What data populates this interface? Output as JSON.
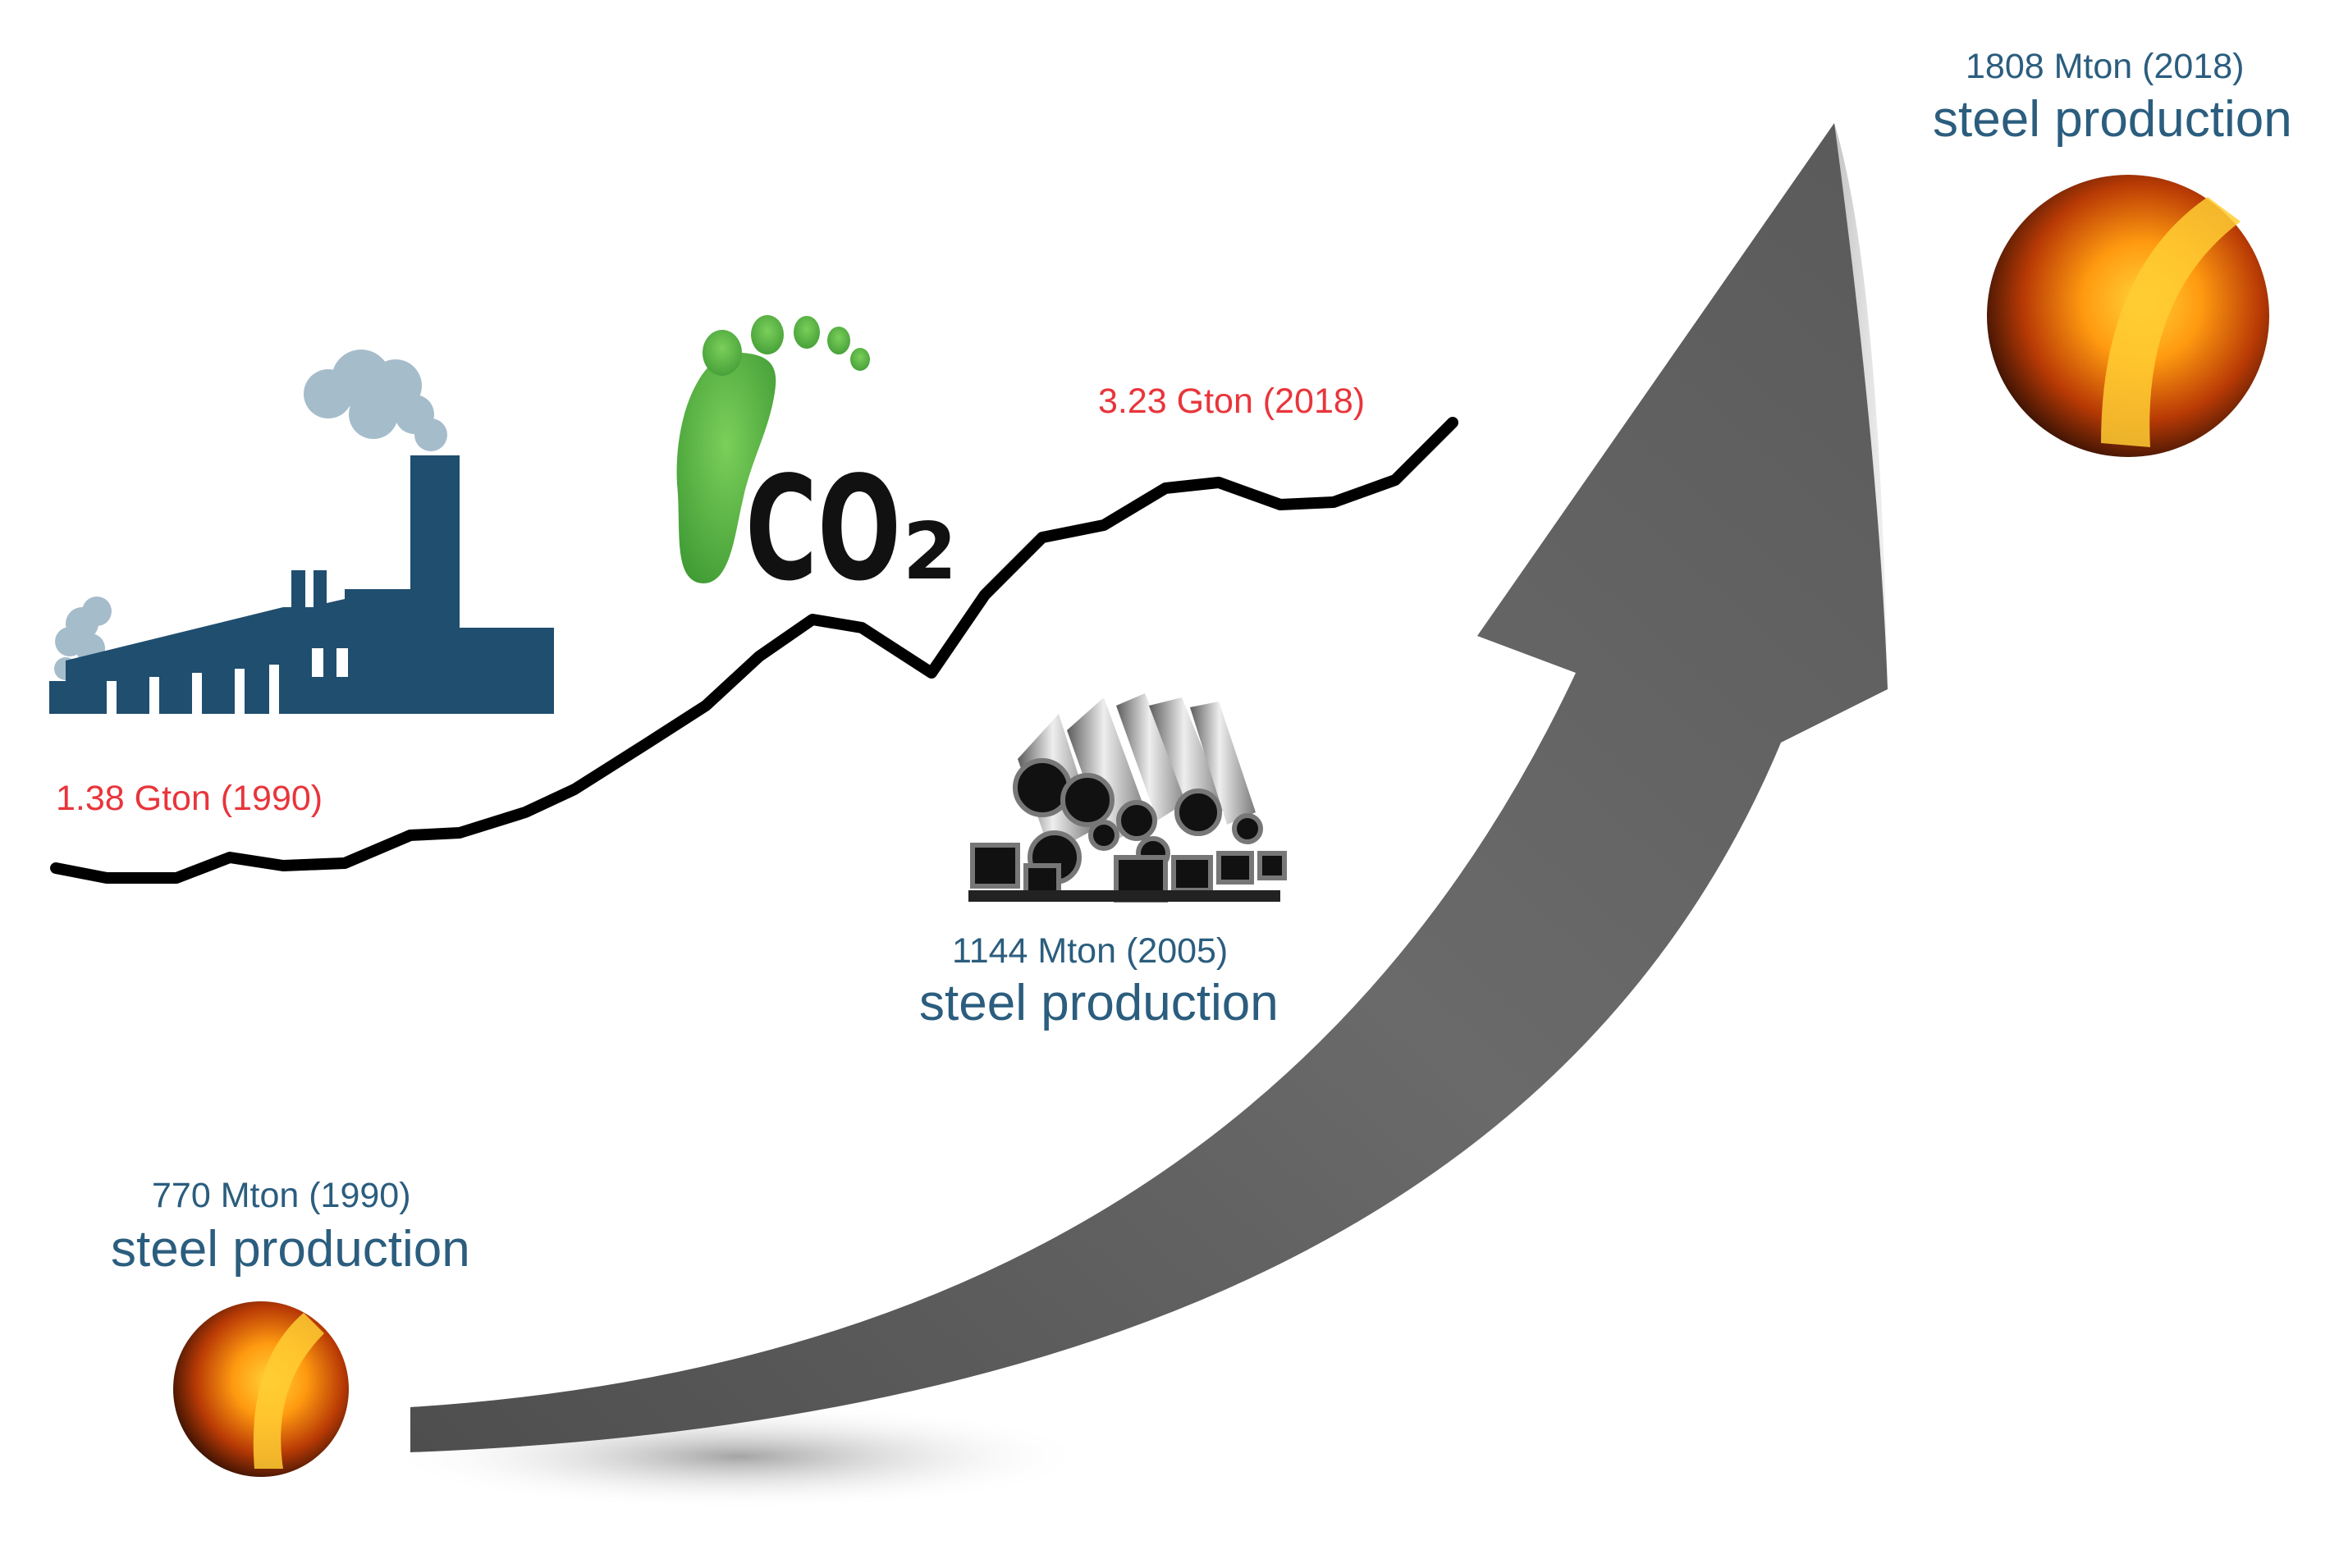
{
  "emissions": {
    "start_label": "1.38 Gton (1990)",
    "end_label": "3.23 Gton (2018)"
  },
  "production": [
    {
      "value_label": "770 Mton (1990)",
      "caption": "steel production"
    },
    {
      "value_label": "1144 Mton (2005)",
      "caption": "steel production"
    },
    {
      "value_label": "1808 Mton (2018)",
      "caption": "steel production"
    }
  ],
  "co2_badge": {
    "text": "CO",
    "subscript": "2"
  },
  "colors": {
    "label_blue": "#2b5d7e",
    "emission_red": "#e8353b",
    "factory": "#1f4e6f",
    "footprint_green": "#4caf3a",
    "arrow_gray": "#6e6e6e"
  },
  "icons": [
    "factory-icon",
    "co2-footprint-icon",
    "steel-pipes-icon",
    "molten-steel-icon"
  ]
}
